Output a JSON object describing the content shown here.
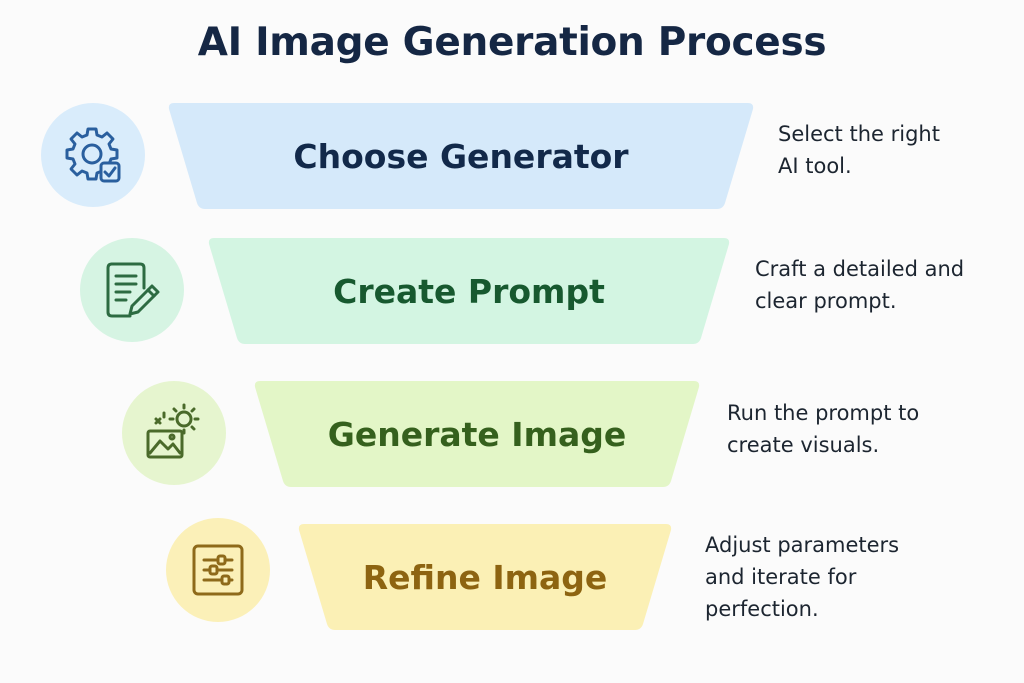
{
  "title": "AI Image Generation Process",
  "steps": [
    {
      "label": "Choose Generator",
      "desc_lines": [
        "Select the right",
        "AI tool."
      ],
      "icon": "gear-icon",
      "band_color": "#d5e9fa",
      "circle_color": "#d9ecfb",
      "text_color": "#12294a",
      "icon_color": "#2a5f9e"
    },
    {
      "label": "Create Prompt",
      "desc_lines": [
        "Craft a detailed and",
        "clear prompt."
      ],
      "icon": "document-pencil-icon",
      "band_color": "#d3f5e2",
      "circle_color": "#d6f4e3",
      "text_color": "#17592f",
      "icon_color": "#2d6b42"
    },
    {
      "label": "Generate Image",
      "desc_lines": [
        "Run the prompt to",
        "create visuals."
      ],
      "icon": "image-sun-icon",
      "band_color": "#e3f6c7",
      "circle_color": "#e6f5cf",
      "text_color": "#35601d",
      "icon_color": "#4a6a2a"
    },
    {
      "label": "Refine Image",
      "desc_lines": [
        "Adjust parameters",
        "and iterate for",
        "perfection."
      ],
      "icon": "sliders-icon",
      "band_color": "#fbf0b5",
      "circle_color": "#fbf0b8",
      "text_color": "#8d6411",
      "icon_color": "#8e6a1a"
    }
  ]
}
